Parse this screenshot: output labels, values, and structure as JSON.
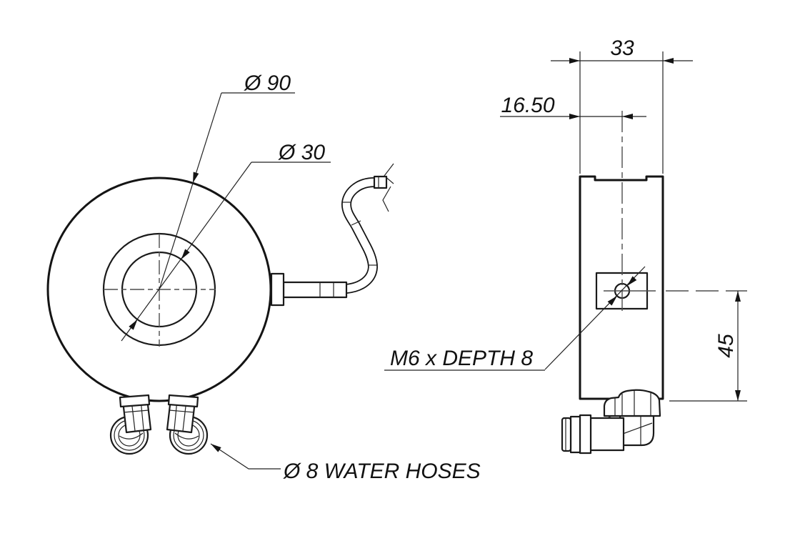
{
  "drawing": {
    "background_color": "#ffffff",
    "line_color": "#141414",
    "centerline_color": "#4d4d4d",
    "front_view": {
      "outer_diameter_label": "Ø 90",
      "bore_diameter_label": "Ø 30",
      "water_hoses_label": "Ø 8 WATER HOSES"
    },
    "side_view": {
      "width_dimension": "33",
      "hole_offset_dimension": "16.50",
      "height_dimension": "45",
      "thread_label": "M6 x DEPTH 8"
    }
  }
}
